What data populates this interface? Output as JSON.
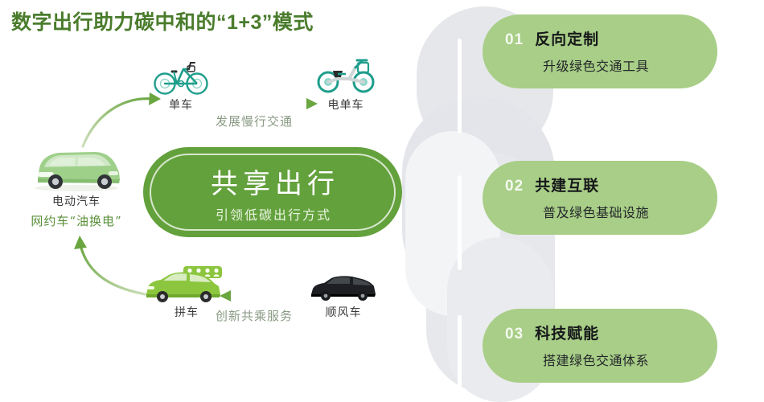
{
  "title": "数字出行助力碳中和的“1+3”模式",
  "hub": {
    "title": "共享出行",
    "subtitle": "引领低碳出行方式"
  },
  "cycle": {
    "nodes": [
      {
        "id": "ev",
        "icon": "electric-car-icon",
        "label": "电动汽车",
        "sublabel": "网约车“油换电”"
      },
      {
        "id": "bike",
        "icon": "bicycle-icon",
        "label": "单车",
        "sublabel": ""
      },
      {
        "id": "ebike",
        "icon": "electric-bike-icon",
        "label": "电单车",
        "sublabel": ""
      },
      {
        "id": "carpool",
        "icon": "carpool-car-icon",
        "label": "拼车",
        "sublabel": ""
      },
      {
        "id": "hitch",
        "icon": "sedan-car-icon",
        "label": "顺风车",
        "sublabel": ""
      }
    ],
    "flows": [
      {
        "id": "top",
        "label": "发展慢行交通",
        "direction": "right"
      },
      {
        "id": "bottom",
        "label": "创新共乘服务",
        "direction": "left"
      }
    ]
  },
  "cards": [
    {
      "number": "01",
      "title": "反向定制",
      "subtitle": "升级绿色交通工具"
    },
    {
      "number": "02",
      "title": "共建互联",
      "subtitle": "普及绿色基础设施"
    },
    {
      "number": "03",
      "title": "科技赋能",
      "subtitle": "搭建绿色交通体系"
    }
  ],
  "colors": {
    "title_green": "#4a7c2c",
    "hub_green": "#63a13c",
    "card_green": "#a8ce87",
    "accent_teal": "#25a18e",
    "flow_label_gray": "#8a9b84",
    "bg_gray": "#e6e7eb"
  }
}
